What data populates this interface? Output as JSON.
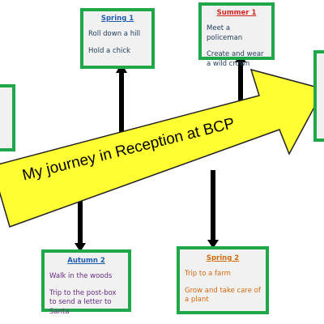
{
  "arrow": {
    "label": "My journey in Reception at BCP"
  },
  "boxes": {
    "spring1": {
      "title": "Spring 1",
      "items": [
        "Roll down a hill",
        "Hold a chick"
      ]
    },
    "summer1": {
      "title": "Summer 1",
      "items": [
        "Meet a policeman",
        "Create and wear a wild crown"
      ]
    },
    "autumn2": {
      "title": "Autumn 2",
      "items": [
        "Walk in the woods",
        "Trip to the post-box to send a letter to Santa"
      ]
    },
    "spring2": {
      "title": "Spring 2",
      "items": [
        "Trip to a farm",
        "Grow and take care of a plant"
      ]
    }
  },
  "colors": {
    "border": "#1fa84a",
    "arrow_fill": "#ffff33",
    "connector": "#000000",
    "spring1_title": "#1e5bb0",
    "summer1_title": "#d2231f",
    "autumn2_title": "#1e5bb0",
    "spring2_title": "#d26a12"
  }
}
